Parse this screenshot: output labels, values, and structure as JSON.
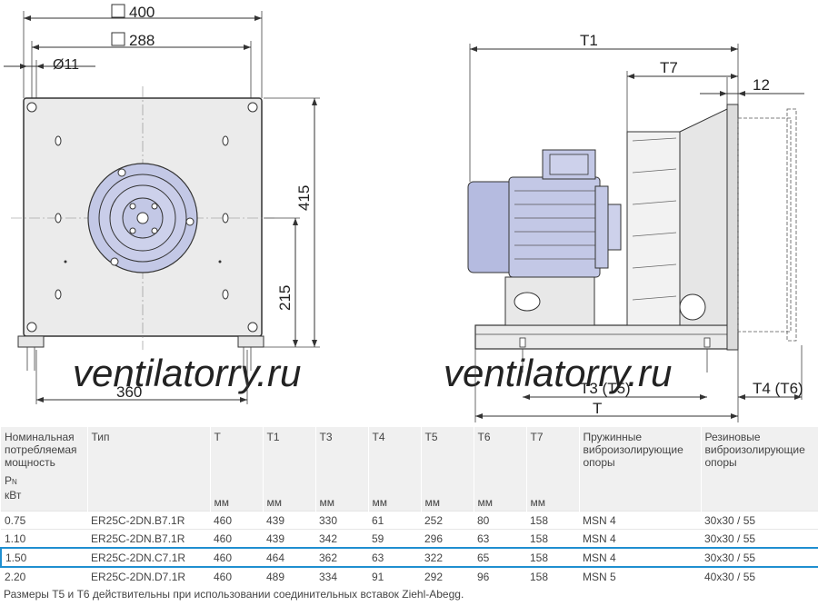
{
  "drawing": {
    "left": {
      "dim_outer": "400",
      "dim_holes": "288",
      "dim_hole_dia": "Ø11",
      "dim_height": "415",
      "dim_axis": "215",
      "dim_base": "360"
    },
    "right": {
      "dim_t1": "T1",
      "dim_t7": "T7",
      "dim_12": "12",
      "dim_t3t5": "T3 (T5)",
      "dim_t": "T",
      "dim_t4t6": "T4 (T6)"
    },
    "watermark": "ventilatorry.ru"
  },
  "table": {
    "headers": [
      {
        "label": "Номинальная потребляемая мощность",
        "sub": "P",
        "sub_index": "N",
        "unit": "кВт"
      },
      {
        "label": "Тип",
        "unit": ""
      },
      {
        "label": "T",
        "unit": "мм"
      },
      {
        "label": "T1",
        "unit": "мм"
      },
      {
        "label": "T3",
        "unit": "мм"
      },
      {
        "label": "T4",
        "unit": "мм"
      },
      {
        "label": "T5",
        "unit": "мм"
      },
      {
        "label": "T6",
        "unit": "мм"
      },
      {
        "label": "T7",
        "unit": "мм"
      },
      {
        "label": "Пружинные виброизолирующие опоры",
        "unit": ""
      },
      {
        "label": "Резиновые виброизолирующие опоры",
        "unit": ""
      }
    ],
    "rows": [
      [
        "0.75",
        "ER25C-2DN.B7.1R",
        "460",
        "439",
        "330",
        "61",
        "252",
        "80",
        "158",
        "MSN 4",
        "30x30 / 55"
      ],
      [
        "1.10",
        "ER25C-2DN.B7.1R",
        "460",
        "439",
        "342",
        "59",
        "296",
        "63",
        "158",
        "MSN 4",
        "30x30 / 55"
      ],
      [
        "1.50",
        "ER25C-2DN.C7.1R",
        "460",
        "464",
        "362",
        "63",
        "322",
        "65",
        "158",
        "MSN 4",
        "30x30 / 55"
      ],
      [
        "2.20",
        "ER25C-2DN.D7.1R",
        "460",
        "489",
        "334",
        "91",
        "292",
        "96",
        "158",
        "MSN 5",
        "40x30 / 55"
      ]
    ],
    "highlight_row": 2,
    "note": "Размеры T5 и T6 действительны при использовании соединительных вставок Ziehl-Abegg."
  },
  "colors": {
    "highlight": "#1f8fd0",
    "motor_fill": "#c3c8e6",
    "header_bg": "#f0f0f0"
  }
}
